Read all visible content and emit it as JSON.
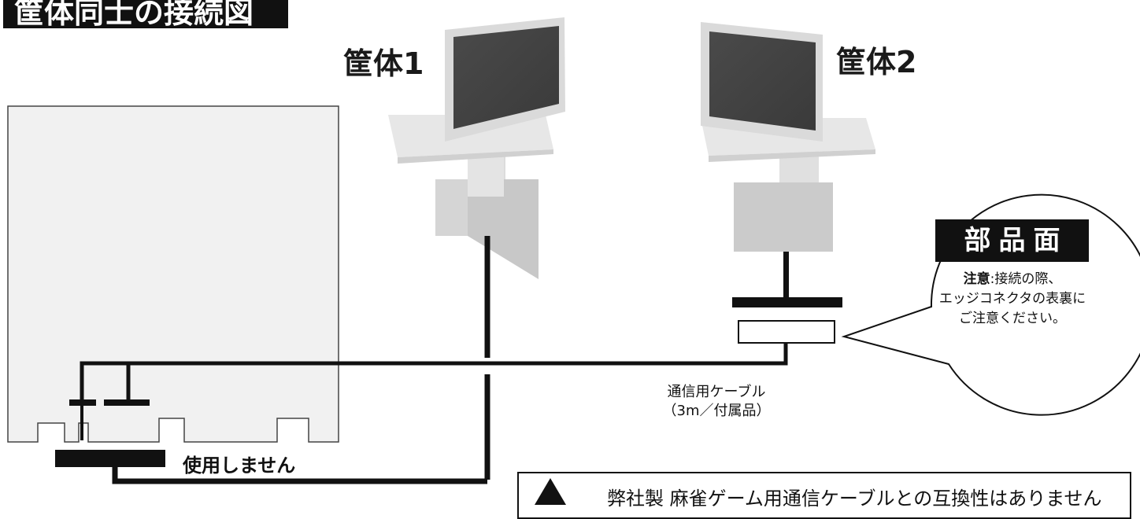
{
  "title": "筐体同士の接続図",
  "cabinet1_label": "筐体1",
  "cabinet2_label": "筐体2",
  "unused_label": "使用しません",
  "cable_label": {
    "line1": "通信用ケーブル",
    "line2": "（3m／付属品）"
  },
  "callout": {
    "heading": "部品面",
    "note_bold": "注意",
    "note_line1": ":接続の際、",
    "note_line2": "エッジコネクタの表裏に",
    "note_line3": "ご注意ください。"
  },
  "warning": {
    "text": "弊社製 麻雀ゲーム用通信ケーブルとの互換性はありません"
  }
}
